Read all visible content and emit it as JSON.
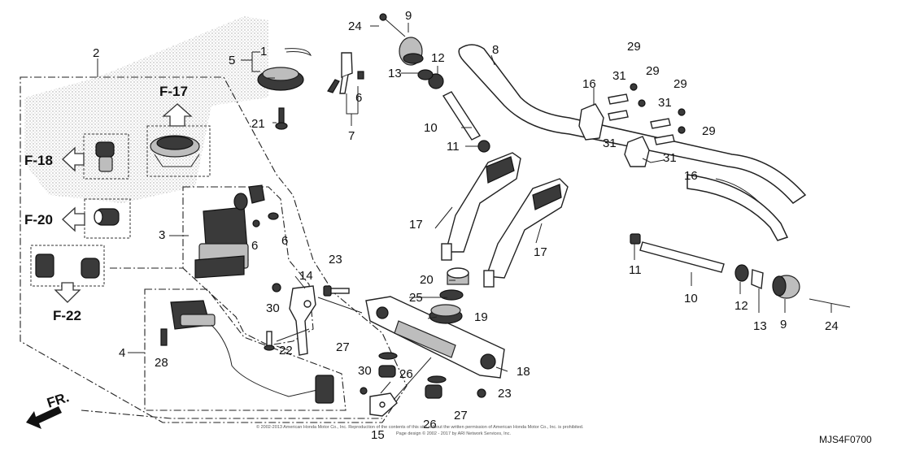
{
  "callouts": {
    "c1": "1",
    "c2": "2",
    "c3": "3",
    "c4": "4",
    "c5": "5",
    "c6a": "6",
    "c6b": "6",
    "c6c": "6",
    "c7": "7",
    "c8": "8",
    "c9a": "9",
    "c9b": "9",
    "c10a": "10",
    "c10b": "10",
    "c11a": "11",
    "c11b": "11",
    "c12a": "12",
    "c12b": "12",
    "c13a": "13",
    "c13b": "13",
    "c14": "14",
    "c15": "15",
    "c16a": "16",
    "c16b": "16",
    "c17a": "17",
    "c17b": "17",
    "c18": "18",
    "c19": "19",
    "c20": "20",
    "c21": "21",
    "c22": "22",
    "c23a": "23",
    "c23b": "23",
    "c24a": "24",
    "c24b": "24",
    "c25": "25",
    "c26a": "26",
    "c26b": "26",
    "c27a": "27",
    "c27b": "27",
    "c28": "28",
    "c29a": "29",
    "c29b": "29",
    "c29c": "29",
    "c29d": "29",
    "c30a": "30",
    "c30b": "30",
    "c31a": "31",
    "c31b": "31",
    "c31c": "31",
    "c31d": "31"
  },
  "references": {
    "f17": "F-17",
    "f18": "F-18",
    "f20": "F-20",
    "f22": "F-22"
  },
  "front_label": "FR.",
  "diagram_code": "MJS4F0700",
  "copyright_line1": "© 2002-2013 American Honda Motor Co., Inc. Reproduction of the contents of this site without the written permission of American Honda Motor Co., Inc. is prohibited.",
  "copyright_line2": "Page design © 2002 - 2017 by ARI Network Services, Inc."
}
